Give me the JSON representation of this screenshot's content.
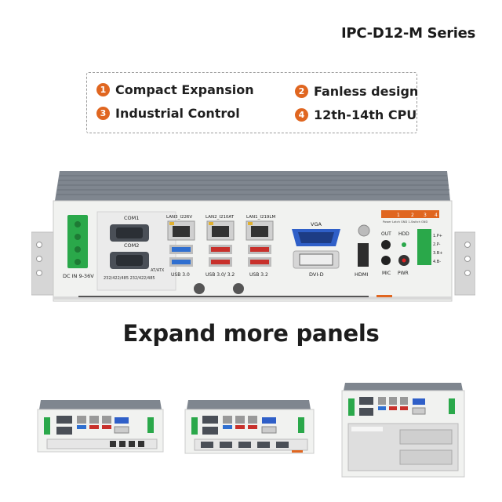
{
  "header": {
    "series_title": "IPC-D12-M Series"
  },
  "features": [
    {
      "num": "1",
      "label": "Compact Expansion"
    },
    {
      "num": "2",
      "label": "Fanless design"
    },
    {
      "num": "3",
      "label": "Industrial Control"
    },
    {
      "num": "4",
      "label": "12th-14th CPU"
    }
  ],
  "device": {
    "dc_in": "DC IN 9-36V",
    "com1": "COM1",
    "com2": "COM2",
    "com_mode": "232/422/485 232/422/485",
    "at_atx": "AT/ATX",
    "lan3": "LAN3_I226V",
    "lan2": "LAN2_I210AT",
    "lan1": "LAN1_I219LM",
    "usb30": "USB 3.0",
    "usb30_32": "USB 3.0/ 3.2",
    "usb32": "USB 3.2",
    "vga": "VGA",
    "dvi": "DVI-D",
    "hdmi": "HDMI",
    "out": "OUT",
    "mic": "MIC",
    "hdd": "HDD",
    "pwr": "PWR",
    "terminal_header": [
      "1",
      "2",
      "3",
      "4"
    ],
    "terminal_sub": "Power Latch GND  1-Switch  GND",
    "terminal_pins": [
      "1.P+",
      "2.P-",
      "3.B+",
      "4.B-"
    ]
  },
  "headline": "Expand more panels",
  "colors": {
    "accent": "#e06620",
    "usb_blue": "#2f6fd0",
    "usb_red": "#c8302b",
    "terminal_green": "#2aa84a"
  }
}
